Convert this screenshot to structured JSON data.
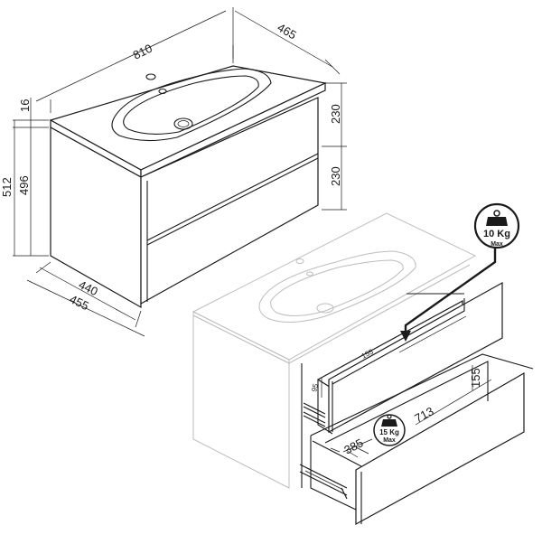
{
  "dimensions": {
    "width_top": "810",
    "depth_top": "465",
    "top_thickness": "16",
    "total_height": "512",
    "body_height": "496",
    "upper_drawer_height": "230",
    "lower_drawer_height": "230",
    "inner_depth": "440",
    "outer_depth": "455",
    "drawer_inner_width": "713",
    "drawer_inner_depth": "385",
    "drawer_side_height": "155",
    "upper_drawer_side": "155",
    "upper_drawer_depth": "95"
  },
  "load_badges": {
    "upper": {
      "weight": "10 Kg",
      "label": "Max"
    },
    "lower": {
      "weight": "15 Kg",
      "label": "Max"
    }
  }
}
